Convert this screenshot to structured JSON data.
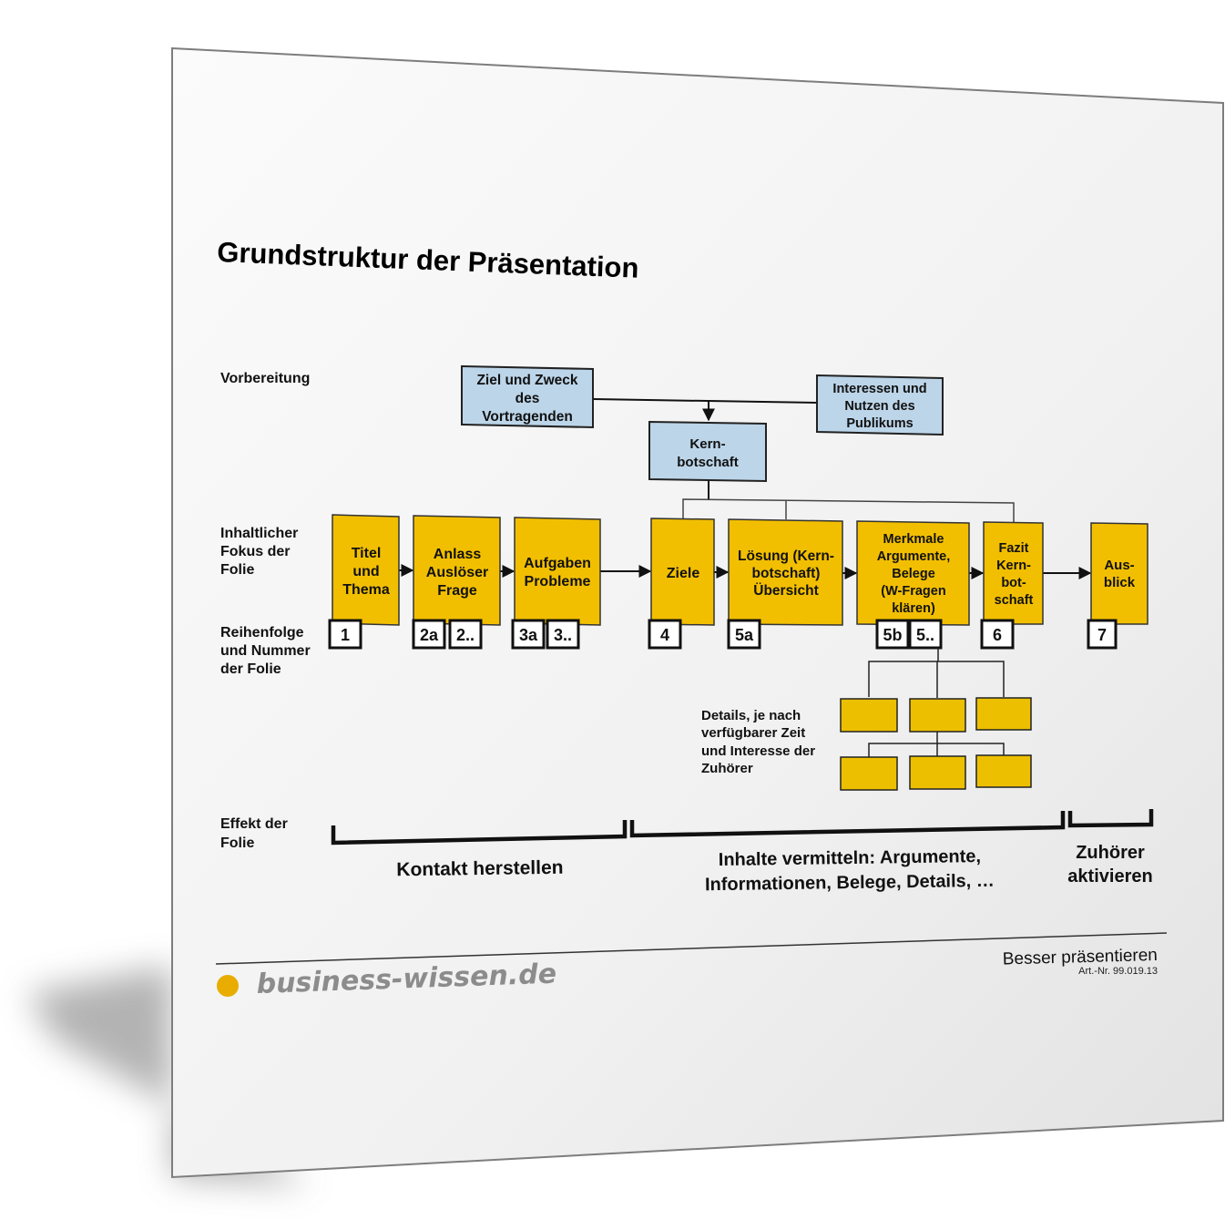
{
  "title": "Grundstruktur der Präsentation",
  "row_labels": {
    "vorbereitung": [
      "Vorbereitung"
    ],
    "fokus": [
      "Inhaltlicher",
      "Fokus der",
      "Folie"
    ],
    "reihenfolge": [
      "Reihenfolge",
      "und Nummer",
      "der Folie"
    ],
    "details": [
      "Details, je nach",
      "verfügbarer Zeit",
      "und Interesse der",
      "Zuhörer"
    ],
    "effekt": [
      "Effekt der",
      "Folie"
    ]
  },
  "prep_boxes": {
    "ziel": [
      "Ziel und Zweck",
      "des",
      "Vortragenden"
    ],
    "interessen": [
      "Interessen und",
      "Nutzen des",
      "Publikums"
    ],
    "kern": [
      "Kern-",
      "botschaft"
    ]
  },
  "steps": [
    {
      "id": "titel",
      "lines": [
        "Titel",
        "und",
        "Thema"
      ],
      "numbers": [
        "1"
      ]
    },
    {
      "id": "anlass",
      "lines": [
        "Anlass",
        "Auslöser",
        "Frage"
      ],
      "numbers": [
        "2a",
        "2.."
      ]
    },
    {
      "id": "aufgaben",
      "lines": [
        "Aufgaben",
        "Probleme"
      ],
      "numbers": [
        "3a",
        "3.."
      ]
    },
    {
      "id": "ziele",
      "lines": [
        "Ziele"
      ],
      "numbers": [
        "4"
      ]
    },
    {
      "id": "loesung",
      "lines": [
        "Lösung (Kern-",
        "botschaft)",
        "Übersicht"
      ],
      "numbers": [
        "5a"
      ]
    },
    {
      "id": "merkmale",
      "lines": [
        "Merkmale",
        "Argumente,",
        "Belege",
        "(W-Fragen",
        "klären)"
      ],
      "numbers": [
        "5b",
        "5.."
      ]
    },
    {
      "id": "fazit",
      "lines": [
        "Fazit",
        "Kern-",
        "bot-",
        "schaft"
      ],
      "numbers": [
        "6"
      ]
    },
    {
      "id": "ausblick",
      "lines": [
        "Aus-",
        "blick"
      ],
      "numbers": [
        "7"
      ]
    }
  ],
  "effects": [
    {
      "lines": [
        "Kontakt herstellen"
      ]
    },
    {
      "lines": [
        "Inhalte vermitteln: Argumente,",
        "Informationen, Belege, Details, …"
      ]
    },
    {
      "lines": [
        "Zuhörer",
        "aktivieren"
      ]
    }
  ],
  "footer": {
    "brand": "business-wissen.de",
    "series": "Besser präsentieren",
    "article_no": "Art.-Nr. 99.019.13"
  },
  "colors": {
    "accent_yellow": "#f2bf00",
    "detail_yellow": "#ecc000",
    "prep_blue": "#bcd5e9",
    "brand_dot": "#e8ad00",
    "brand_text": "#8c8c8c"
  }
}
